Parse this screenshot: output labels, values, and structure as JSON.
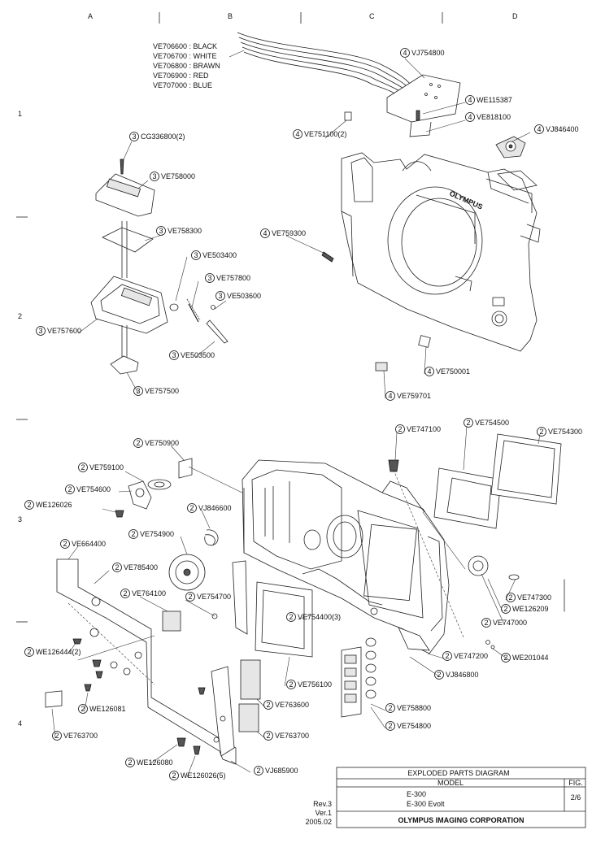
{
  "grid": {
    "columns": [
      "A",
      "B",
      "C",
      "D"
    ],
    "rows": [
      "1",
      "2",
      "3",
      "4"
    ]
  },
  "wires": [
    "VE706600 : BLACK",
    "VE706700 : WHITE",
    "VE706800 : BRAWN",
    "VE706900 : RED",
    "VE707000 : BLUE"
  ],
  "callouts": [
    {
      "num": "4",
      "part": "VJ754800"
    },
    {
      "num": "4",
      "part": "WE115387"
    },
    {
      "num": "4",
      "part": "VE818100"
    },
    {
      "num": "4",
      "part": "VJ846400"
    },
    {
      "num": "4",
      "part": "VE751100(2)"
    },
    {
      "num": "4",
      "part": "VE759300"
    },
    {
      "num": "4",
      "part": "VE750001"
    },
    {
      "num": "4",
      "part": "VE759701"
    },
    {
      "num": "3",
      "part": "CG336800(2)"
    },
    {
      "num": "3",
      "part": "VE758000"
    },
    {
      "num": "3",
      "part": "VE758300"
    },
    {
      "num": "3",
      "part": "VE503400"
    },
    {
      "num": "3",
      "part": "VE757800"
    },
    {
      "num": "3",
      "part": "VE503600"
    },
    {
      "num": "3",
      "part": "VE757600"
    },
    {
      "num": "3",
      "part": "VE503500"
    },
    {
      "num": "3",
      "part": "VE757500"
    },
    {
      "num": "2",
      "part": "VE747100"
    },
    {
      "num": "2",
      "part": "VE754500"
    },
    {
      "num": "2",
      "part": "VE754300"
    },
    {
      "num": "2",
      "part": "VE750900"
    },
    {
      "num": "2",
      "part": "VE759100"
    },
    {
      "num": "2",
      "part": "VE754600"
    },
    {
      "num": "2",
      "part": "WE126026"
    },
    {
      "num": "2",
      "part": "VJ846600"
    },
    {
      "num": "2",
      "part": "VE754900"
    },
    {
      "num": "2",
      "part": "VE664400"
    },
    {
      "num": "2",
      "part": "VE785400"
    },
    {
      "num": "2",
      "part": "VE764100"
    },
    {
      "num": "2",
      "part": "VE754700"
    },
    {
      "num": "2",
      "part": "VE754400(3)"
    },
    {
      "num": "2",
      "part": "VE747300"
    },
    {
      "num": "2",
      "part": "WE126209"
    },
    {
      "num": "2",
      "part": "VE747000"
    },
    {
      "num": "2",
      "part": "WE126444(2)"
    },
    {
      "num": "2",
      "part": "VE747200"
    },
    {
      "num": "2",
      "part": "WE201044"
    },
    {
      "num": "2",
      "part": "VJ846800"
    },
    {
      "num": "2",
      "part": "VE756100"
    },
    {
      "num": "2",
      "part": "WE126081"
    },
    {
      "num": "2",
      "part": "VE763600"
    },
    {
      "num": "2",
      "part": "VE758800"
    },
    {
      "num": "2",
      "part": "VE763700"
    },
    {
      "num": "2",
      "part": "VE763700"
    },
    {
      "num": "2",
      "part": "VE754800"
    },
    {
      "num": "2",
      "part": "WE126080"
    },
    {
      "num": "2",
      "part": "VJ685900"
    },
    {
      "num": "2",
      "part": "WE126026(5)"
    }
  ],
  "title_block": {
    "title": "EXPLODED PARTS DIAGRAM",
    "model_header": "MODEL",
    "fig_header": "FIG.",
    "models": [
      "E-300",
      "E-300 Evolt"
    ],
    "fig": "2/6",
    "company": "OLYMPUS IMAGING CORPORATION"
  },
  "revision": [
    "Rev.3",
    "Ver.1",
    "2005.02"
  ],
  "body_marking": "OLYMPUS"
}
